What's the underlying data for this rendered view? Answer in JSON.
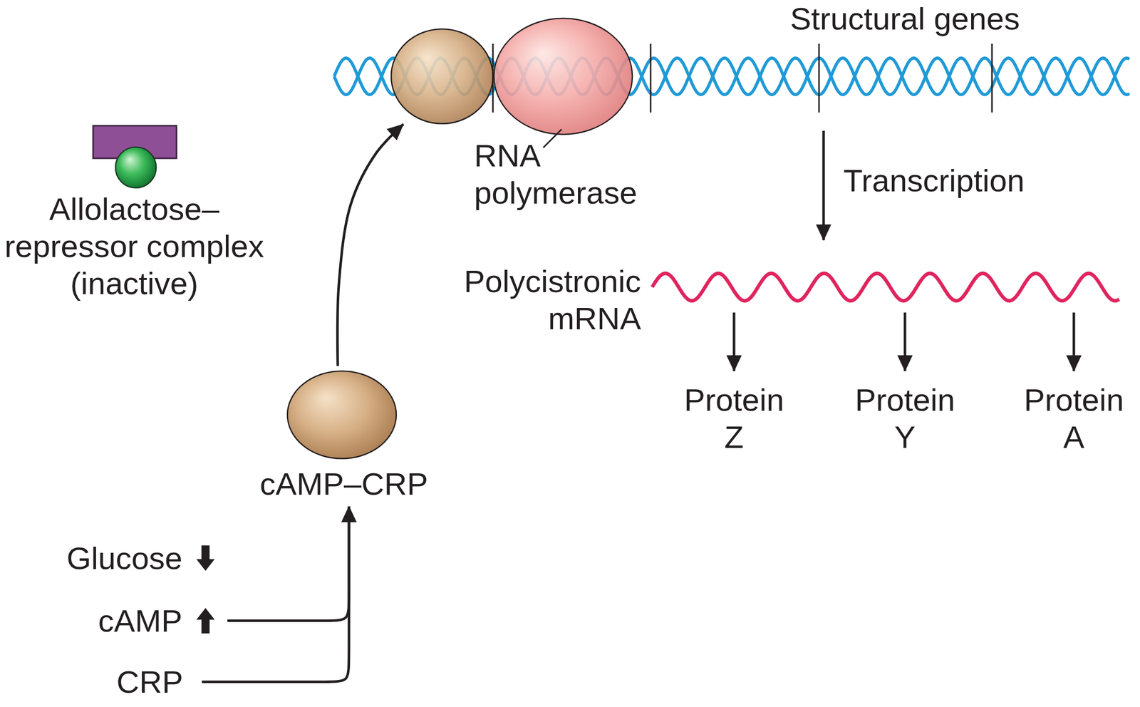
{
  "diagram": {
    "nodes": [
      {
        "text": [
          "Structural genes"
        ]
      },
      {
        "text": [
          "Allolactose–repressor complex (inactive)"
        ]
      },
      {
        "text": [
          "RNA polymerase"
        ]
      },
      {
        "text": [
          "Polycistronic mRNA"
        ]
      },
      {
        "text": [
          "Protein Z"
        ]
      },
      {
        "text": [
          "Protein Y"
        ]
      },
      {
        "text": [
          "Protein A"
        ]
      },
      {
        "text": [
          "cAMP–CRP"
        ]
      },
      {
        "text": [
          "Glucose"
        ]
      },
      {
        "text": [
          "cAMP"
        ]
      },
      {
        "text": [
          "CRP"
        ]
      }
    ],
    "edges": [
      {
        "from": 0,
        "to": 3,
        "arrow": "to",
        "label": "Transcription"
      },
      {
        "from": 3,
        "to": 4,
        "arrow": "to"
      },
      {
        "from": 3,
        "to": 5,
        "arrow": "to"
      },
      {
        "from": 3,
        "to": 6,
        "arrow": "to"
      },
      {
        "from": 7,
        "to": 0,
        "arrow": "to"
      },
      {
        "from": 9,
        "to": 7,
        "arrow": "to"
      },
      {
        "from": 10,
        "to": 7,
        "arrow": "to"
      }
    ]
  }
}
